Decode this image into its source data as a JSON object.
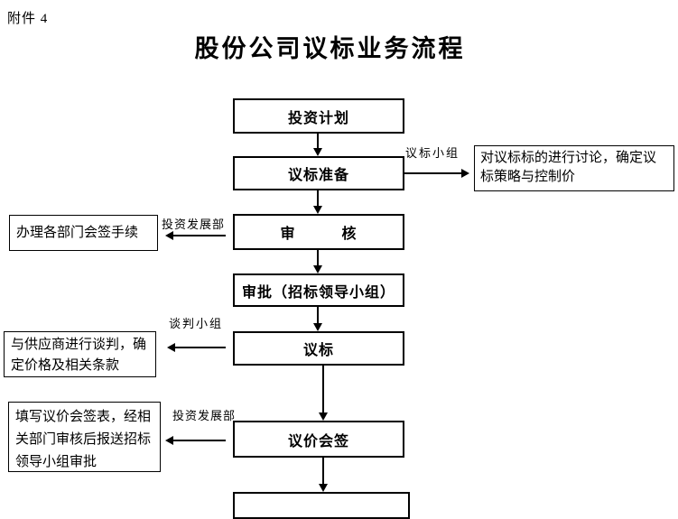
{
  "colors": {
    "ink": "#000000",
    "paper": "#ffffff"
  },
  "page": {
    "attachment_label": "附件 4",
    "title": "股份公司议标业务流程"
  },
  "flow": {
    "boxes": {
      "plan": "投资计划",
      "prepare": "议标准备",
      "review": "审　　　核",
      "approve": "审批（招标领导小组）",
      "negotiate": "议标",
      "countersign": "议价会签"
    },
    "notes": {
      "right": "对议标标的进行讨论，确定议标策略与控制价",
      "left1": "办理各部门会签手续",
      "left2": "与供应商进行谈判，确定价格及相关条款",
      "left3": "填写议价会签表，经相关部门审核后报送招标领导小组审批"
    },
    "arrow_labels": {
      "negotiation_team": "议标小组",
      "investment_dept_review": "投资发展部",
      "talks_team": "谈判小组",
      "investment_dept_countersign": "投资发展部"
    }
  }
}
